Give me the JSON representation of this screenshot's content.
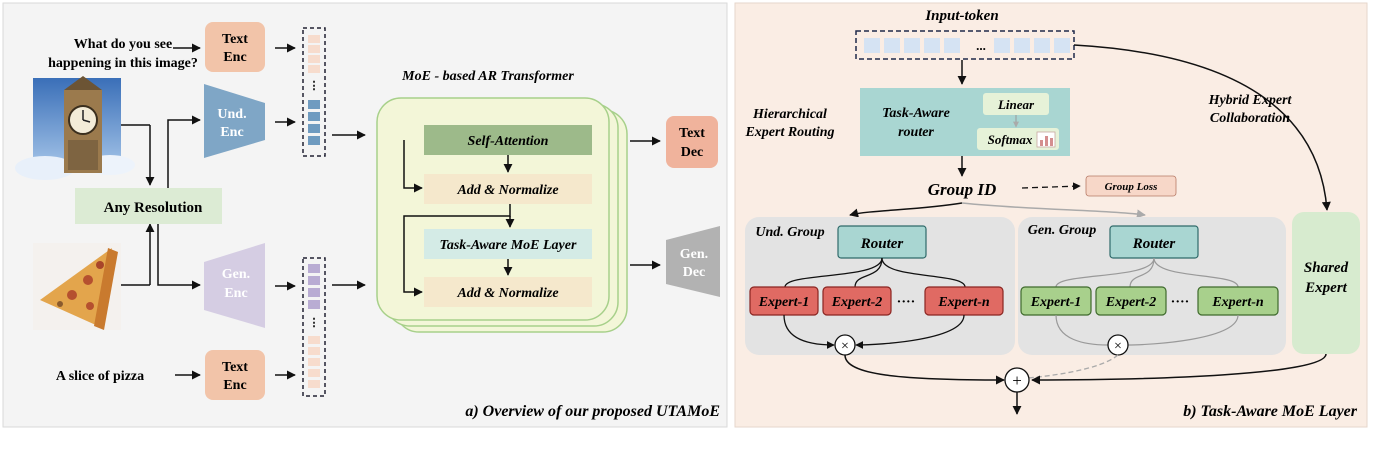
{
  "panel_a": {
    "caption": "a) Overview of our proposed UTAMoE",
    "question": [
      "What do you see",
      "happening in this image?"
    ],
    "answer": "A slice of pizza",
    "text_enc_top": [
      "Text",
      "Enc"
    ],
    "und_enc": [
      "Und.",
      "Enc"
    ],
    "any_resolution": "Any Resolution",
    "gen_enc": [
      "Gen.",
      "Enc"
    ],
    "text_enc_bottom": [
      "Text",
      "Enc"
    ],
    "moe_title": "MoE - based AR Transformer",
    "self_attention": "Self-Attention",
    "add_norm_1": "Add & Normalize",
    "task_aware_layer": "Task-Aware MoE Layer",
    "add_norm_2": "Add & Normalize",
    "text_dec": [
      "Text",
      "Dec"
    ],
    "gen_dec": [
      "Gen.",
      "Dec"
    ],
    "ellipsis": "⋮",
    "images": [
      "clock-tower-image",
      "pizza-image"
    ]
  },
  "panel_b": {
    "caption": "b) Task-Aware MoE Layer",
    "input_token": "Input-token",
    "token_ellipsis": "...",
    "hier_routing": [
      "Hierarchical",
      "Expert Routing"
    ],
    "router_title": [
      "Task-Aware",
      "router"
    ],
    "linear": "Linear",
    "softmax": "Softmax",
    "group_id": "Group ID",
    "group_loss": "Group Loss",
    "hybrid": [
      "Hybrid Expert",
      "Collaboration"
    ],
    "und_group": "Und. Group",
    "gen_group": "Gen. Group",
    "router": "Router",
    "und_experts": [
      "Expert-1",
      "Expert-2",
      "Expert-n"
    ],
    "gen_experts": [
      "Expert-1",
      "Expert-2",
      "Expert-n"
    ],
    "dots": "····",
    "shared_expert": [
      "Shared",
      "Expert"
    ],
    "multiply": "×",
    "plus": "+"
  },
  "colors": {
    "text_enc": "#f2c4a9",
    "und_enc": "#7fa6c6",
    "gen_enc": "#d5cde3",
    "any_res": "#dcebd4",
    "moe_bg": "#f3f6d8",
    "self_attn": "#9dba8a",
    "add_norm": "#f5e8cc",
    "task_layer": "#d4ebe6",
    "text_dec": "#f0b39c",
    "gen_dec": "#b2b2b2",
    "router_box": "#a9d6d2",
    "und_expert": "#e06a63",
    "gen_expert": "#a8d08c",
    "shared": "#d7ebcf",
    "group_bg": "#e3e3e3",
    "panel_b_bg": "#faede4"
  }
}
